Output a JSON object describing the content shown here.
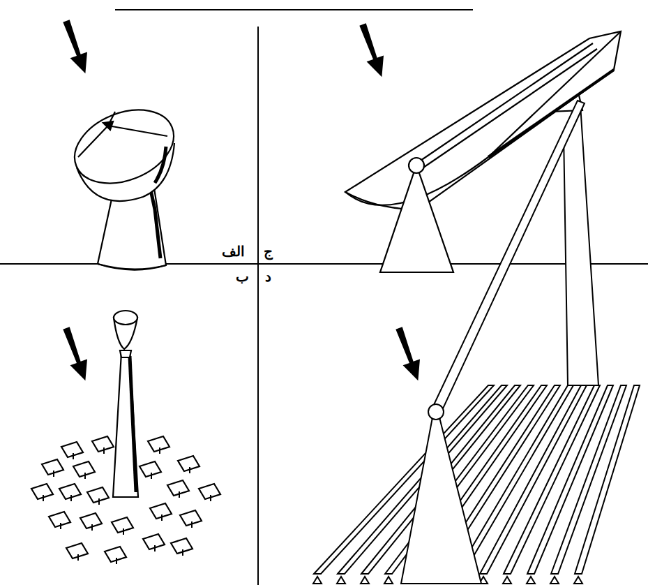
{
  "diagram": {
    "labels": [
      "الف",
      "ج",
      "ب",
      "د"
    ]
  }
}
